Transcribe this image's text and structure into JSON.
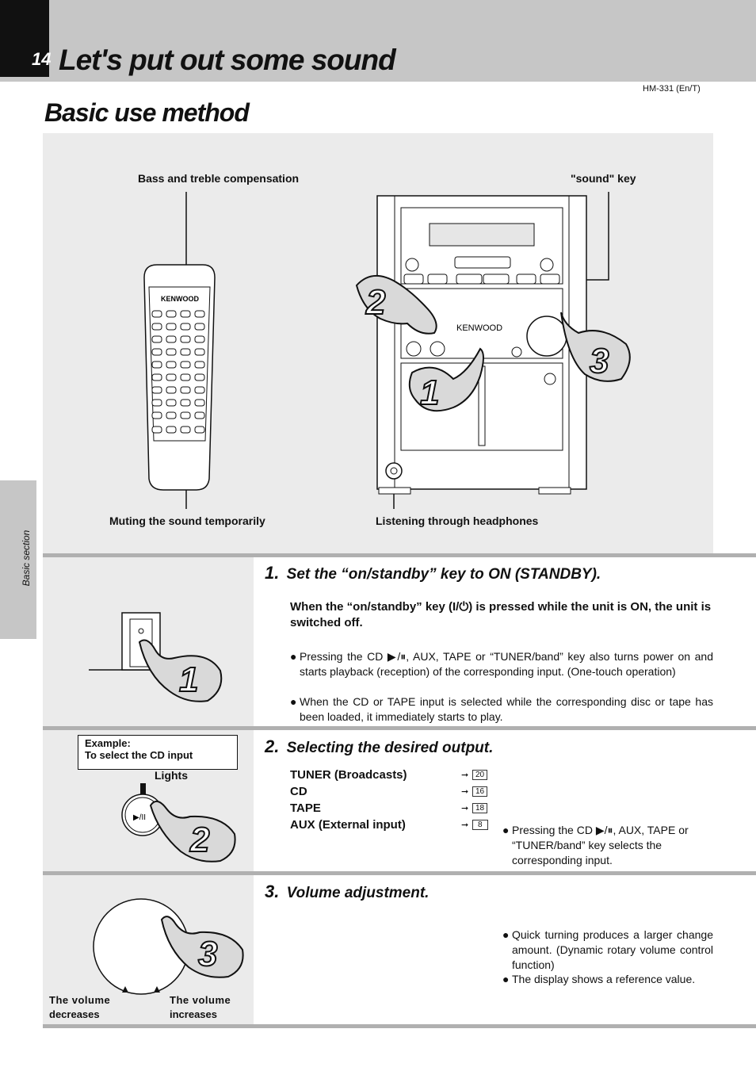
{
  "header": {
    "page_number": "14",
    "title": "Let's put out some sound",
    "model": "HM-331 (En/T)"
  },
  "section_title": "Basic use method",
  "side_tab": "Basic section",
  "figure": {
    "labels": {
      "bass_treble": "Bass and treble compensation",
      "sound_key": "\"sound\" key",
      "muting": "Muting the sound temporarily",
      "headphones": "Listening through headphones"
    },
    "remote_brand": "KENWOOD",
    "unit_brand": "KENWOOD",
    "markers": [
      "2",
      "1",
      "3"
    ]
  },
  "steps": [
    {
      "num": "1.",
      "title": "Set the “on/standby” key to ON (STANDBY).",
      "lead": "When the “on/standby” key (I/⏻) is pressed while the unit is ON, the unit is switched off.",
      "bullets": [
        "Pressing the CD ▶/⏸, AUX, TAPE or “TUNER/band” key also turns power on and starts playback (reception) of the corresponding input. (One-touch operation)",
        "When the CD or TAPE input is selected while the corresponding disc or tape has been loaded, it immediately starts to play."
      ],
      "marker": "1"
    },
    {
      "num": "2.",
      "title": "Selecting the desired output.",
      "example_line1": "Example:",
      "example_line2": "To select the CD input",
      "lights": "Lights",
      "button_symbol": "▶/II",
      "sources": [
        {
          "name": "TUNER (Broadcasts)",
          "page": "20"
        },
        {
          "name": "CD",
          "page": "16"
        },
        {
          "name": "TAPE",
          "page": "18"
        },
        {
          "name": "AUX (External input)",
          "page": "8"
        }
      ],
      "bullet": "Pressing the CD ▶/⏸, AUX, TAPE or “TUNER/band” key selects the corresponding input.",
      "marker": "2"
    },
    {
      "num": "3.",
      "title": "Volume adjustment.",
      "dec_label_1": "The volume",
      "dec_label_2": "decreases",
      "inc_label_1": "The volume",
      "inc_label_2": "increases",
      "bullets": [
        "Quick turning produces a larger change amount. (Dynamic rotary volume control function)",
        "The display shows a reference value."
      ],
      "marker": "3"
    }
  ]
}
